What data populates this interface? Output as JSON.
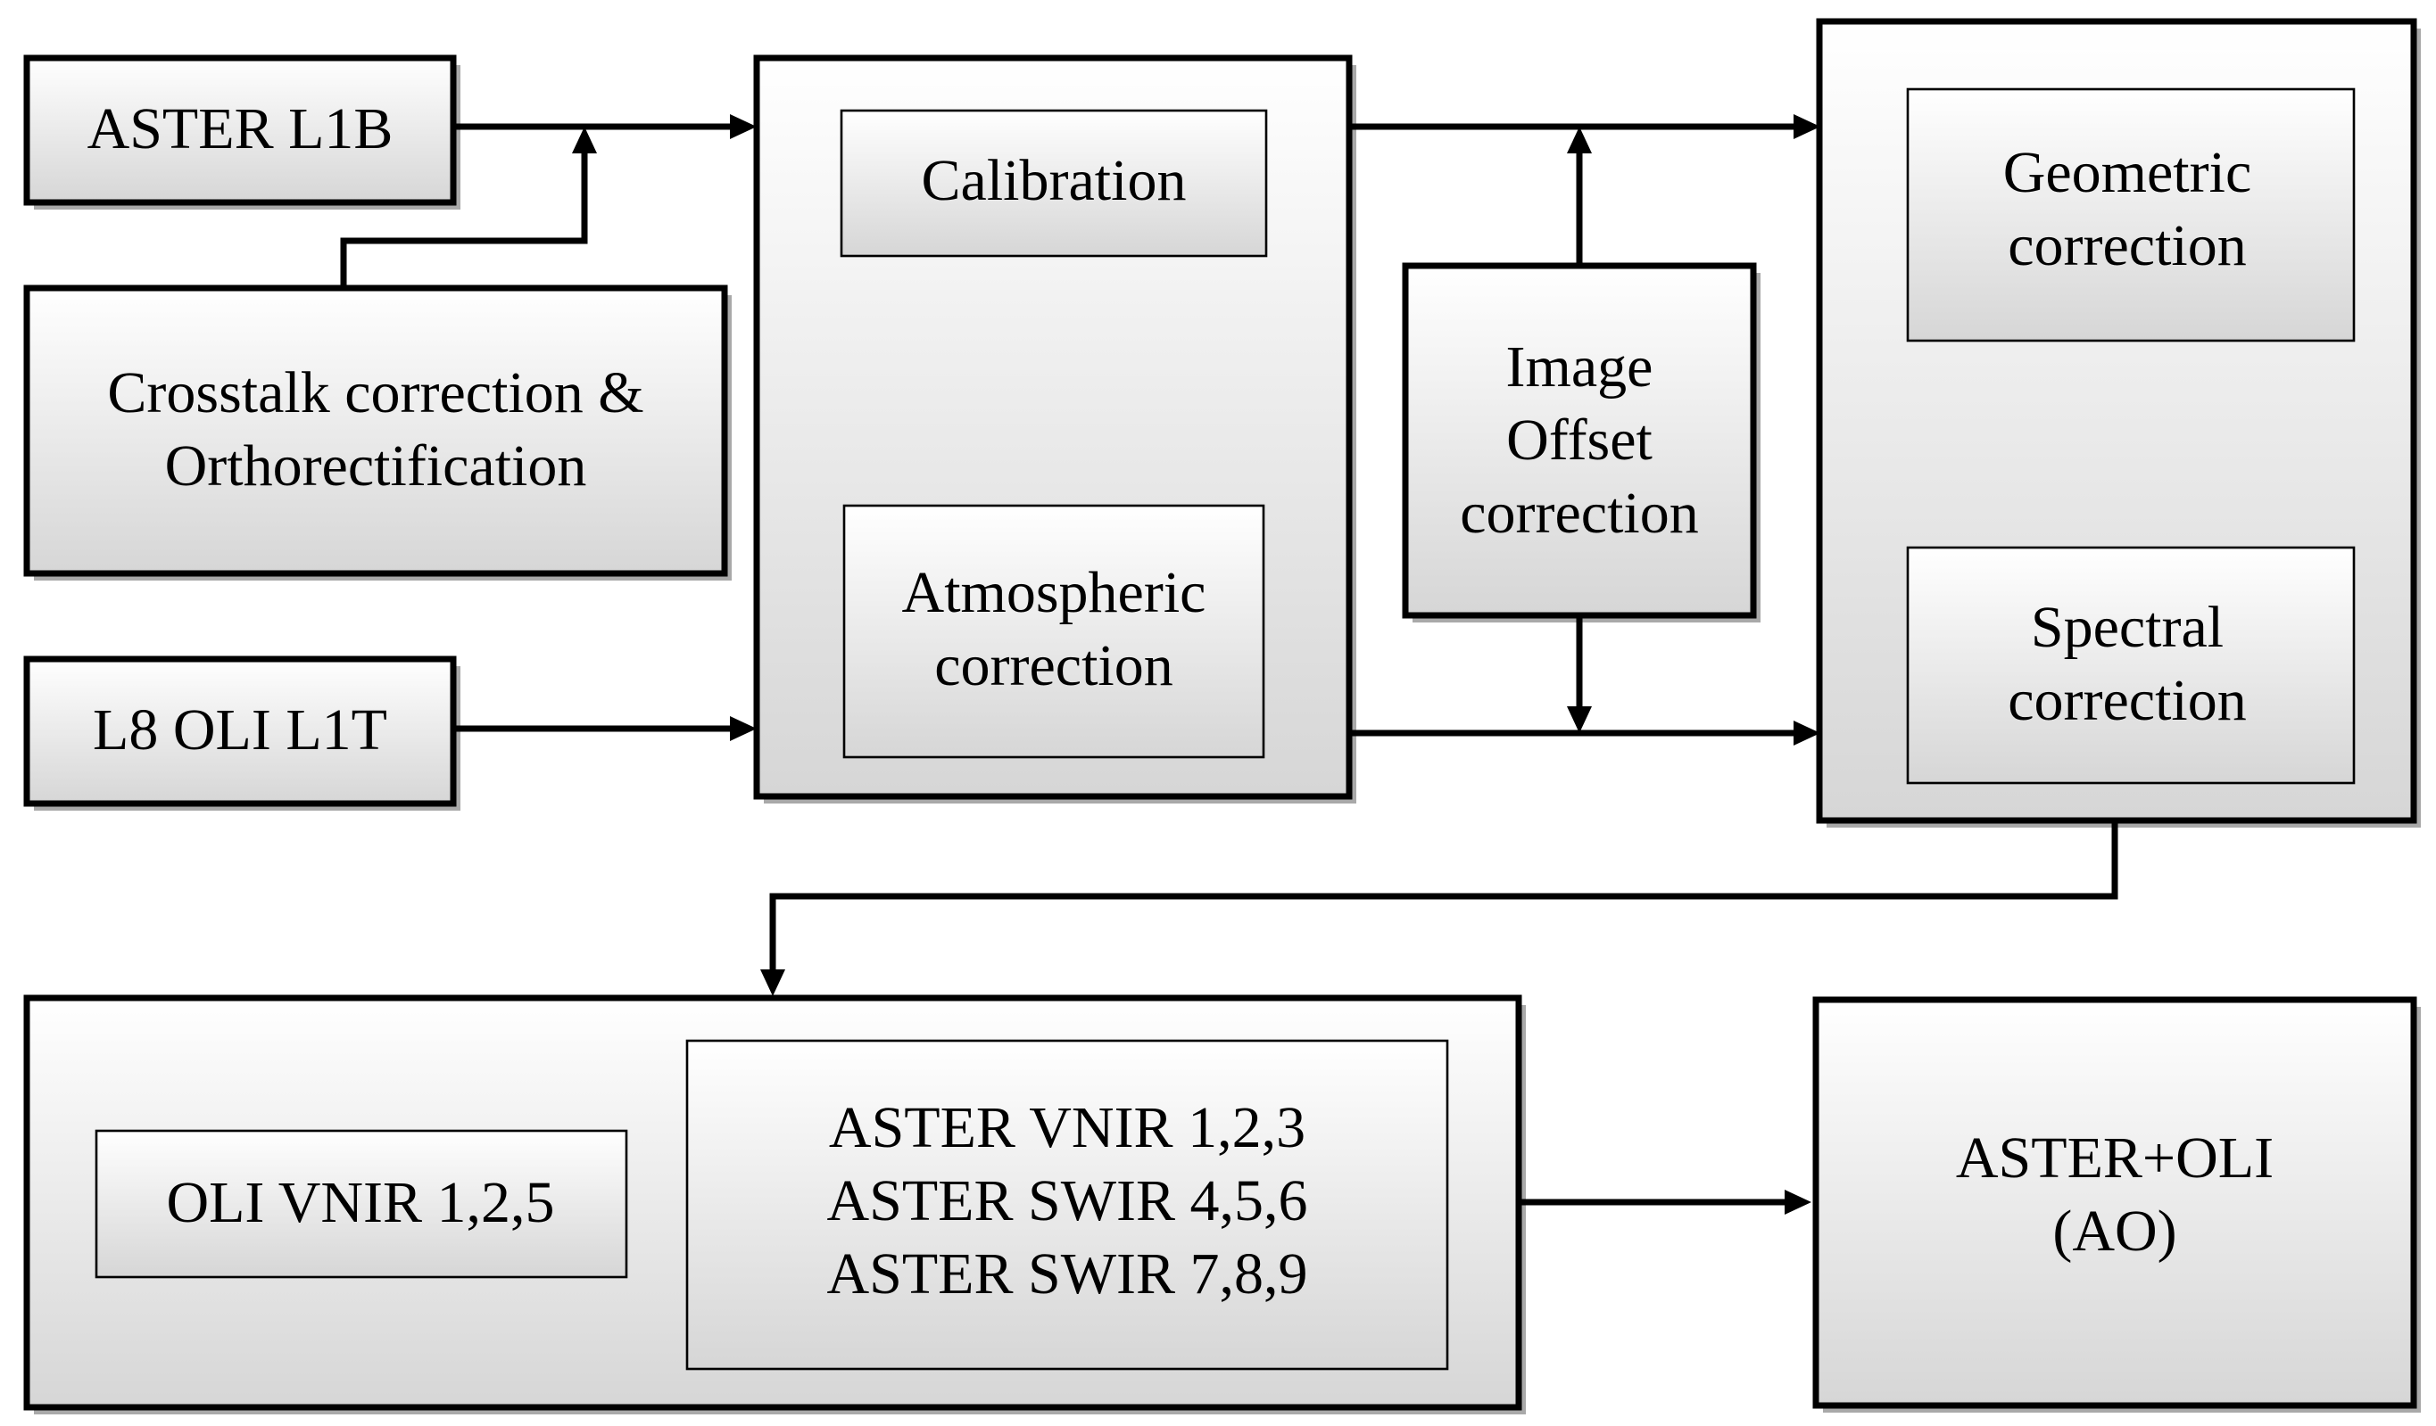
{
  "boxes": {
    "aster_l1b": "ASTER L1B",
    "crosstalk": [
      "Crosstalk correction &",
      "Orthorectification"
    ],
    "l8_oli_l1t": "L8 OLI L1T",
    "calibration": "Calibration",
    "atmospheric": [
      "Atmospheric",
      "correction"
    ],
    "image_offset": [
      "Image",
      "Offset",
      "correction"
    ],
    "geometric": [
      "Geometric",
      "correction"
    ],
    "spectral": [
      "Spectral",
      "correction"
    ],
    "oli_vnir": "OLI VNIR 1,2,5",
    "aster_bands": [
      "ASTER VNIR 1,2,3",
      "ASTER SWIR 4,5,6",
      "ASTER SWIR 7,8,9"
    ],
    "aster_oli": [
      "ASTER+OLI",
      "(AO)"
    ]
  }
}
